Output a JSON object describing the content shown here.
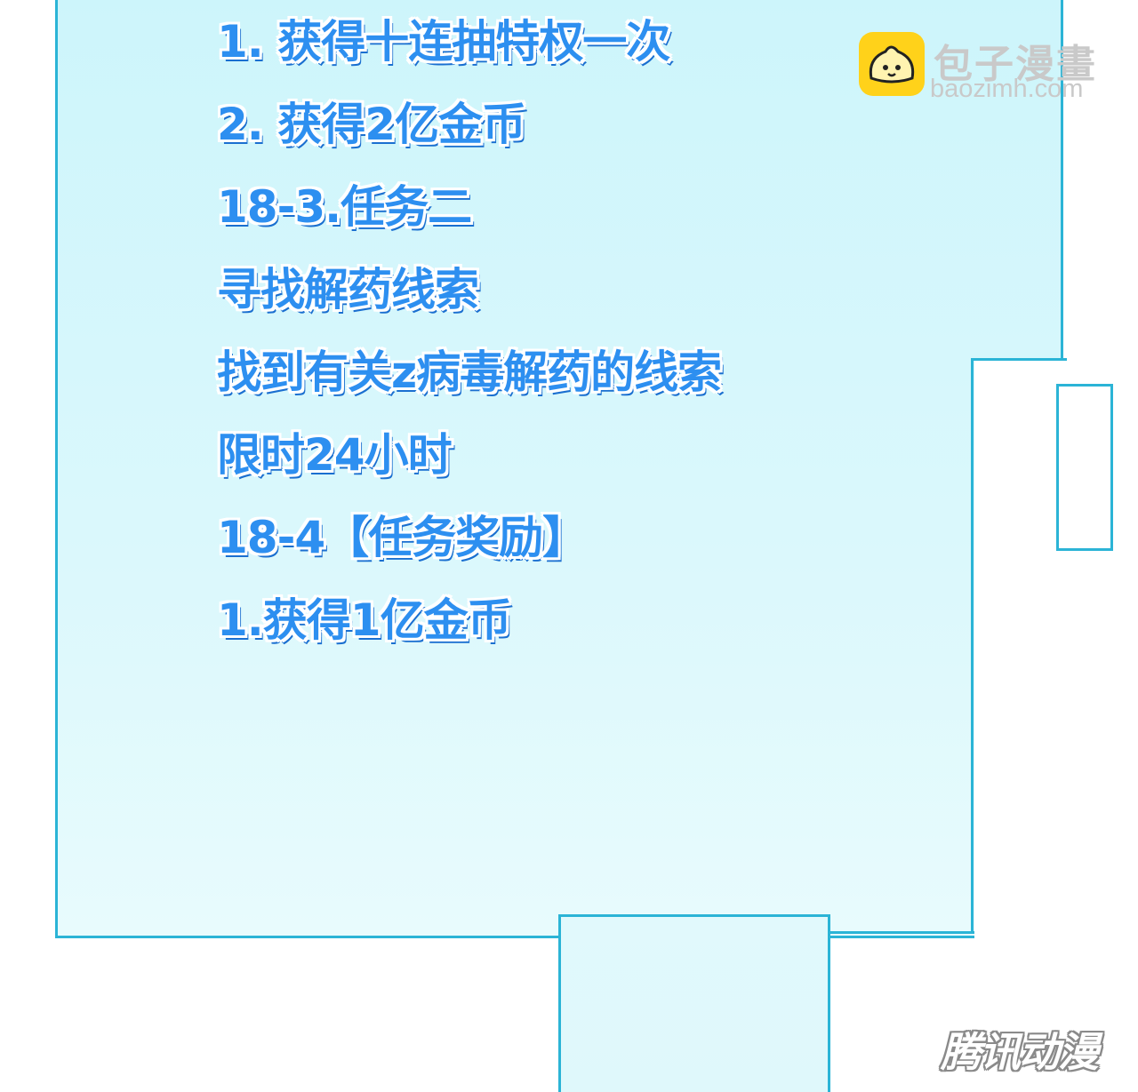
{
  "panel": {
    "lines": [
      "1. 获得十连抽特权一次",
      "2. 获得2亿金币",
      "18-3.任务二",
      "寻找解药线索",
      "找到有关z病毒解药的线索",
      "限时24小时",
      "18-4【任务奖励】",
      "1.获得1亿金币"
    ],
    "colors": {
      "text": "#2d8ff0",
      "text_shadow": "#1a6fd0",
      "panel_fill": "#cdf5fb",
      "panel_border": "#2bb4d6"
    }
  },
  "watermark_top": {
    "title": "包子漫畫",
    "url": "baozimh.com",
    "logo_icon": "steamed-bun-icon",
    "logo_color": "#ffd21a"
  },
  "watermark_bottom": {
    "text": "腾讯动漫"
  }
}
